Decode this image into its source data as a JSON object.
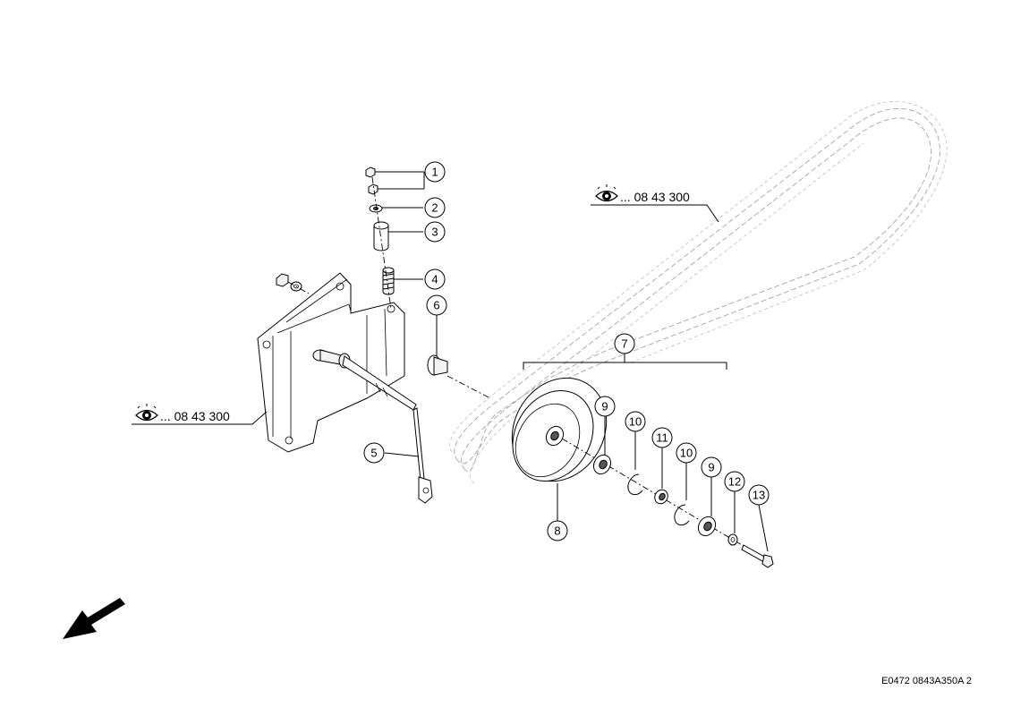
{
  "callouts": [
    {
      "number": "1"
    },
    {
      "number": "2"
    },
    {
      "number": "3"
    },
    {
      "number": "4"
    },
    {
      "number": "5"
    },
    {
      "number": "6"
    },
    {
      "number": "7"
    },
    {
      "number": "8"
    },
    {
      "number": "9"
    },
    {
      "number": "10"
    },
    {
      "number": "11"
    },
    {
      "number": "10"
    },
    {
      "number": "9"
    },
    {
      "number": "12"
    },
    {
      "number": "13"
    }
  ],
  "references": [
    {
      "prefix": "...",
      "code": "08 43 300",
      "icon": "eye-icon"
    },
    {
      "prefix": "...",
      "code": "08 43 300",
      "icon": "eye-icon"
    }
  ],
  "document_id": "E0472 0843A350A 2",
  "direction_arrow_icon": "direction-arrow-icon"
}
